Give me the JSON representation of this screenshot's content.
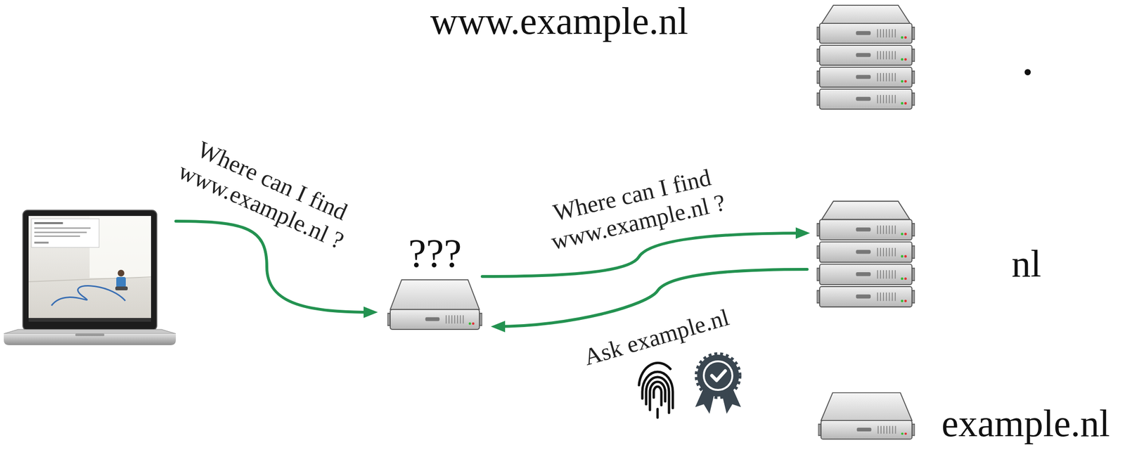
{
  "diagram": {
    "nodes": [
      {
        "text": []
      },
      {
        "text": [
          "???"
        ]
      },
      {
        "text": [
          "."
        ]
      },
      {
        "text": [
          "nl"
        ]
      },
      {
        "text": [
          "example.nl"
        ]
      }
    ],
    "edges": [
      {
        "from": 0,
        "to": 1,
        "arrow": "to",
        "label": "Where can I find www.example.nl ?"
      },
      {
        "from": 1,
        "to": 3,
        "arrow": "to",
        "label": "Where can I find www.example.nl ?"
      },
      {
        "from": 3,
        "to": 1,
        "arrow": "to",
        "label": "Ask example.nl"
      }
    ],
    "labels": [
      "www.example.nl"
    ]
  }
}
